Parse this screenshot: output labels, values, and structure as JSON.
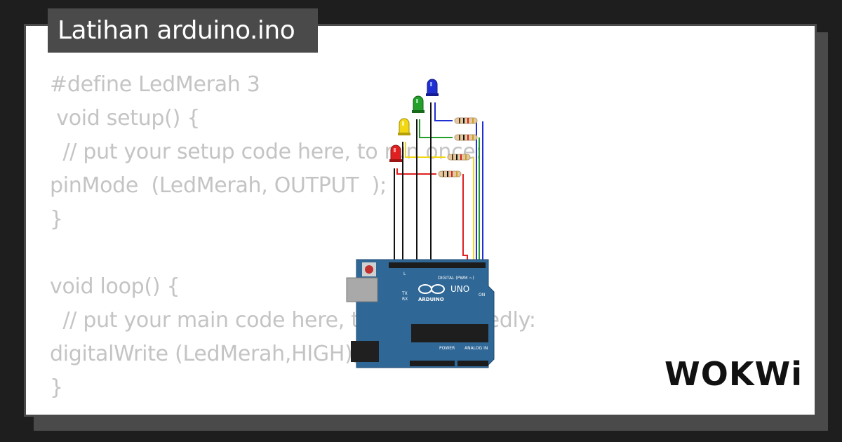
{
  "title": "Latihan arduino.ino",
  "code_lines": [
    "#define LedMerah 3",
    " void setup() {",
    "  // put your setup code here, to run once:",
    "pinMode  (LedMerah, OUTPUT  );",
    "}",
    "",
    "void loop() {",
    "  // put your main code here, to run repeatedly:",
    "digitalWrite (LedMerah,HIGH);",
    "}"
  ],
  "board": {
    "brand": "ARDUINO",
    "model": "UNO",
    "digital_header": "DIGITAL (PWM ~)",
    "power_label": "POWER",
    "analog_label": "ANALOG IN",
    "on_label": "ON",
    "tx_label": "TX",
    "rx_label": "RX",
    "l_label": "L",
    "color": "#2f6796"
  },
  "leds": [
    {
      "color": "red",
      "hex": "#e02020"
    },
    {
      "color": "yellow",
      "hex": "#f2d814"
    },
    {
      "color": "green",
      "hex": "#22a02a"
    },
    {
      "color": "blue",
      "hex": "#1f2fd0"
    }
  ],
  "logo": "WOKWi",
  "colors": {
    "background": "#1e1e1e",
    "card": "#ffffff",
    "frame": "#4a4a4a",
    "code_text": "#c4c4c4"
  }
}
